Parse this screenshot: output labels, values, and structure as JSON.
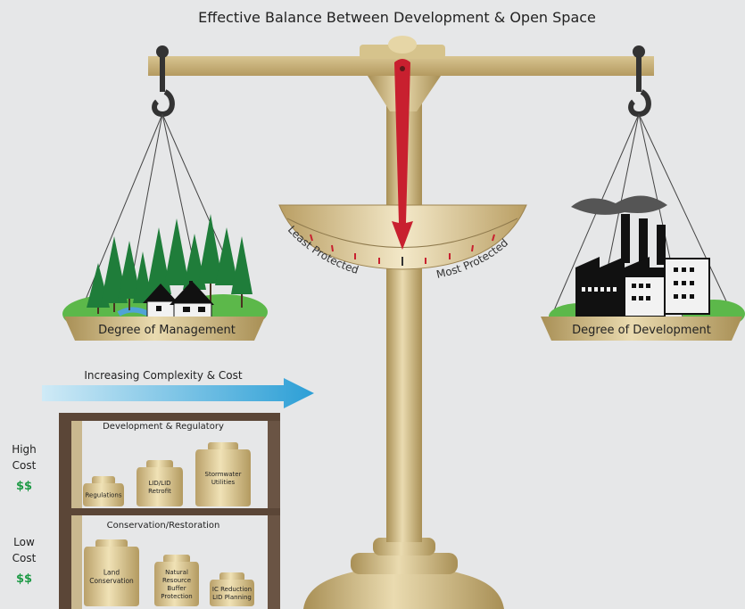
{
  "title": "Effective Balance Between Development & Open Space",
  "left_pan_label": "Degree of Management",
  "right_pan_label": "Degree of Development",
  "dial": {
    "left_label": "Least Protected",
    "right_label": "Most Protected"
  },
  "arrow_label": "Increasing Complexity & Cost",
  "shelf": {
    "top_heading": "Development & Regulatory",
    "bottom_heading": "Conservation/Restoration",
    "top_weights": [
      {
        "lines": [
          "Regulations"
        ]
      },
      {
        "lines": [
          "LID/LID",
          "Retrofit"
        ]
      },
      {
        "lines": [
          "Stormwater",
          "Utilities"
        ]
      }
    ],
    "bottom_weights": [
      {
        "lines": [
          "Land",
          "Conservation"
        ]
      },
      {
        "lines": [
          "Natural",
          "Resource",
          "Buffer",
          "Protection"
        ]
      },
      {
        "lines": [
          "IC Reduction",
          "LID Planning"
        ]
      }
    ]
  },
  "cost_labels": {
    "high_line1": "High",
    "high_line2": "Cost",
    "high_symbol": "$$",
    "low_line1": "Low",
    "low_line2": "Cost",
    "low_symbol": "$$"
  },
  "colors": {
    "brass": "#c9b27c",
    "brass_dark": "#a38a52",
    "pointer": "#c8202f",
    "money": "#1e9a46",
    "arrow": "#3fa9d9",
    "shelf": "#5b4637"
  }
}
